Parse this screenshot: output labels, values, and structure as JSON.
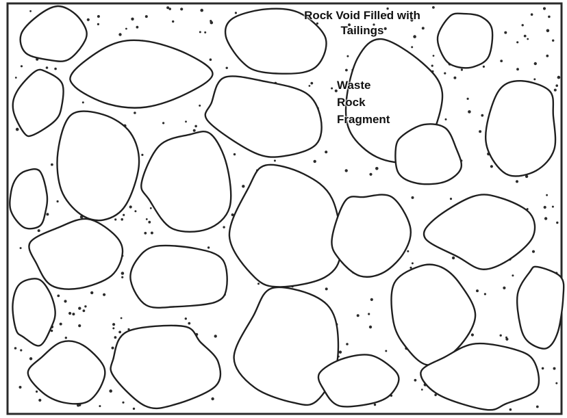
{
  "labels": {
    "void_line1": "Rock Void Filled with",
    "void_line2": "Tailings",
    "waste_line1": "Waste",
    "waste_line2": "Rock",
    "waste_line3": "Fragment"
  },
  "colors": {
    "background": "#ffffff",
    "outline": "#1f1f1f",
    "tailings_dots": "#2b2b2b"
  }
}
